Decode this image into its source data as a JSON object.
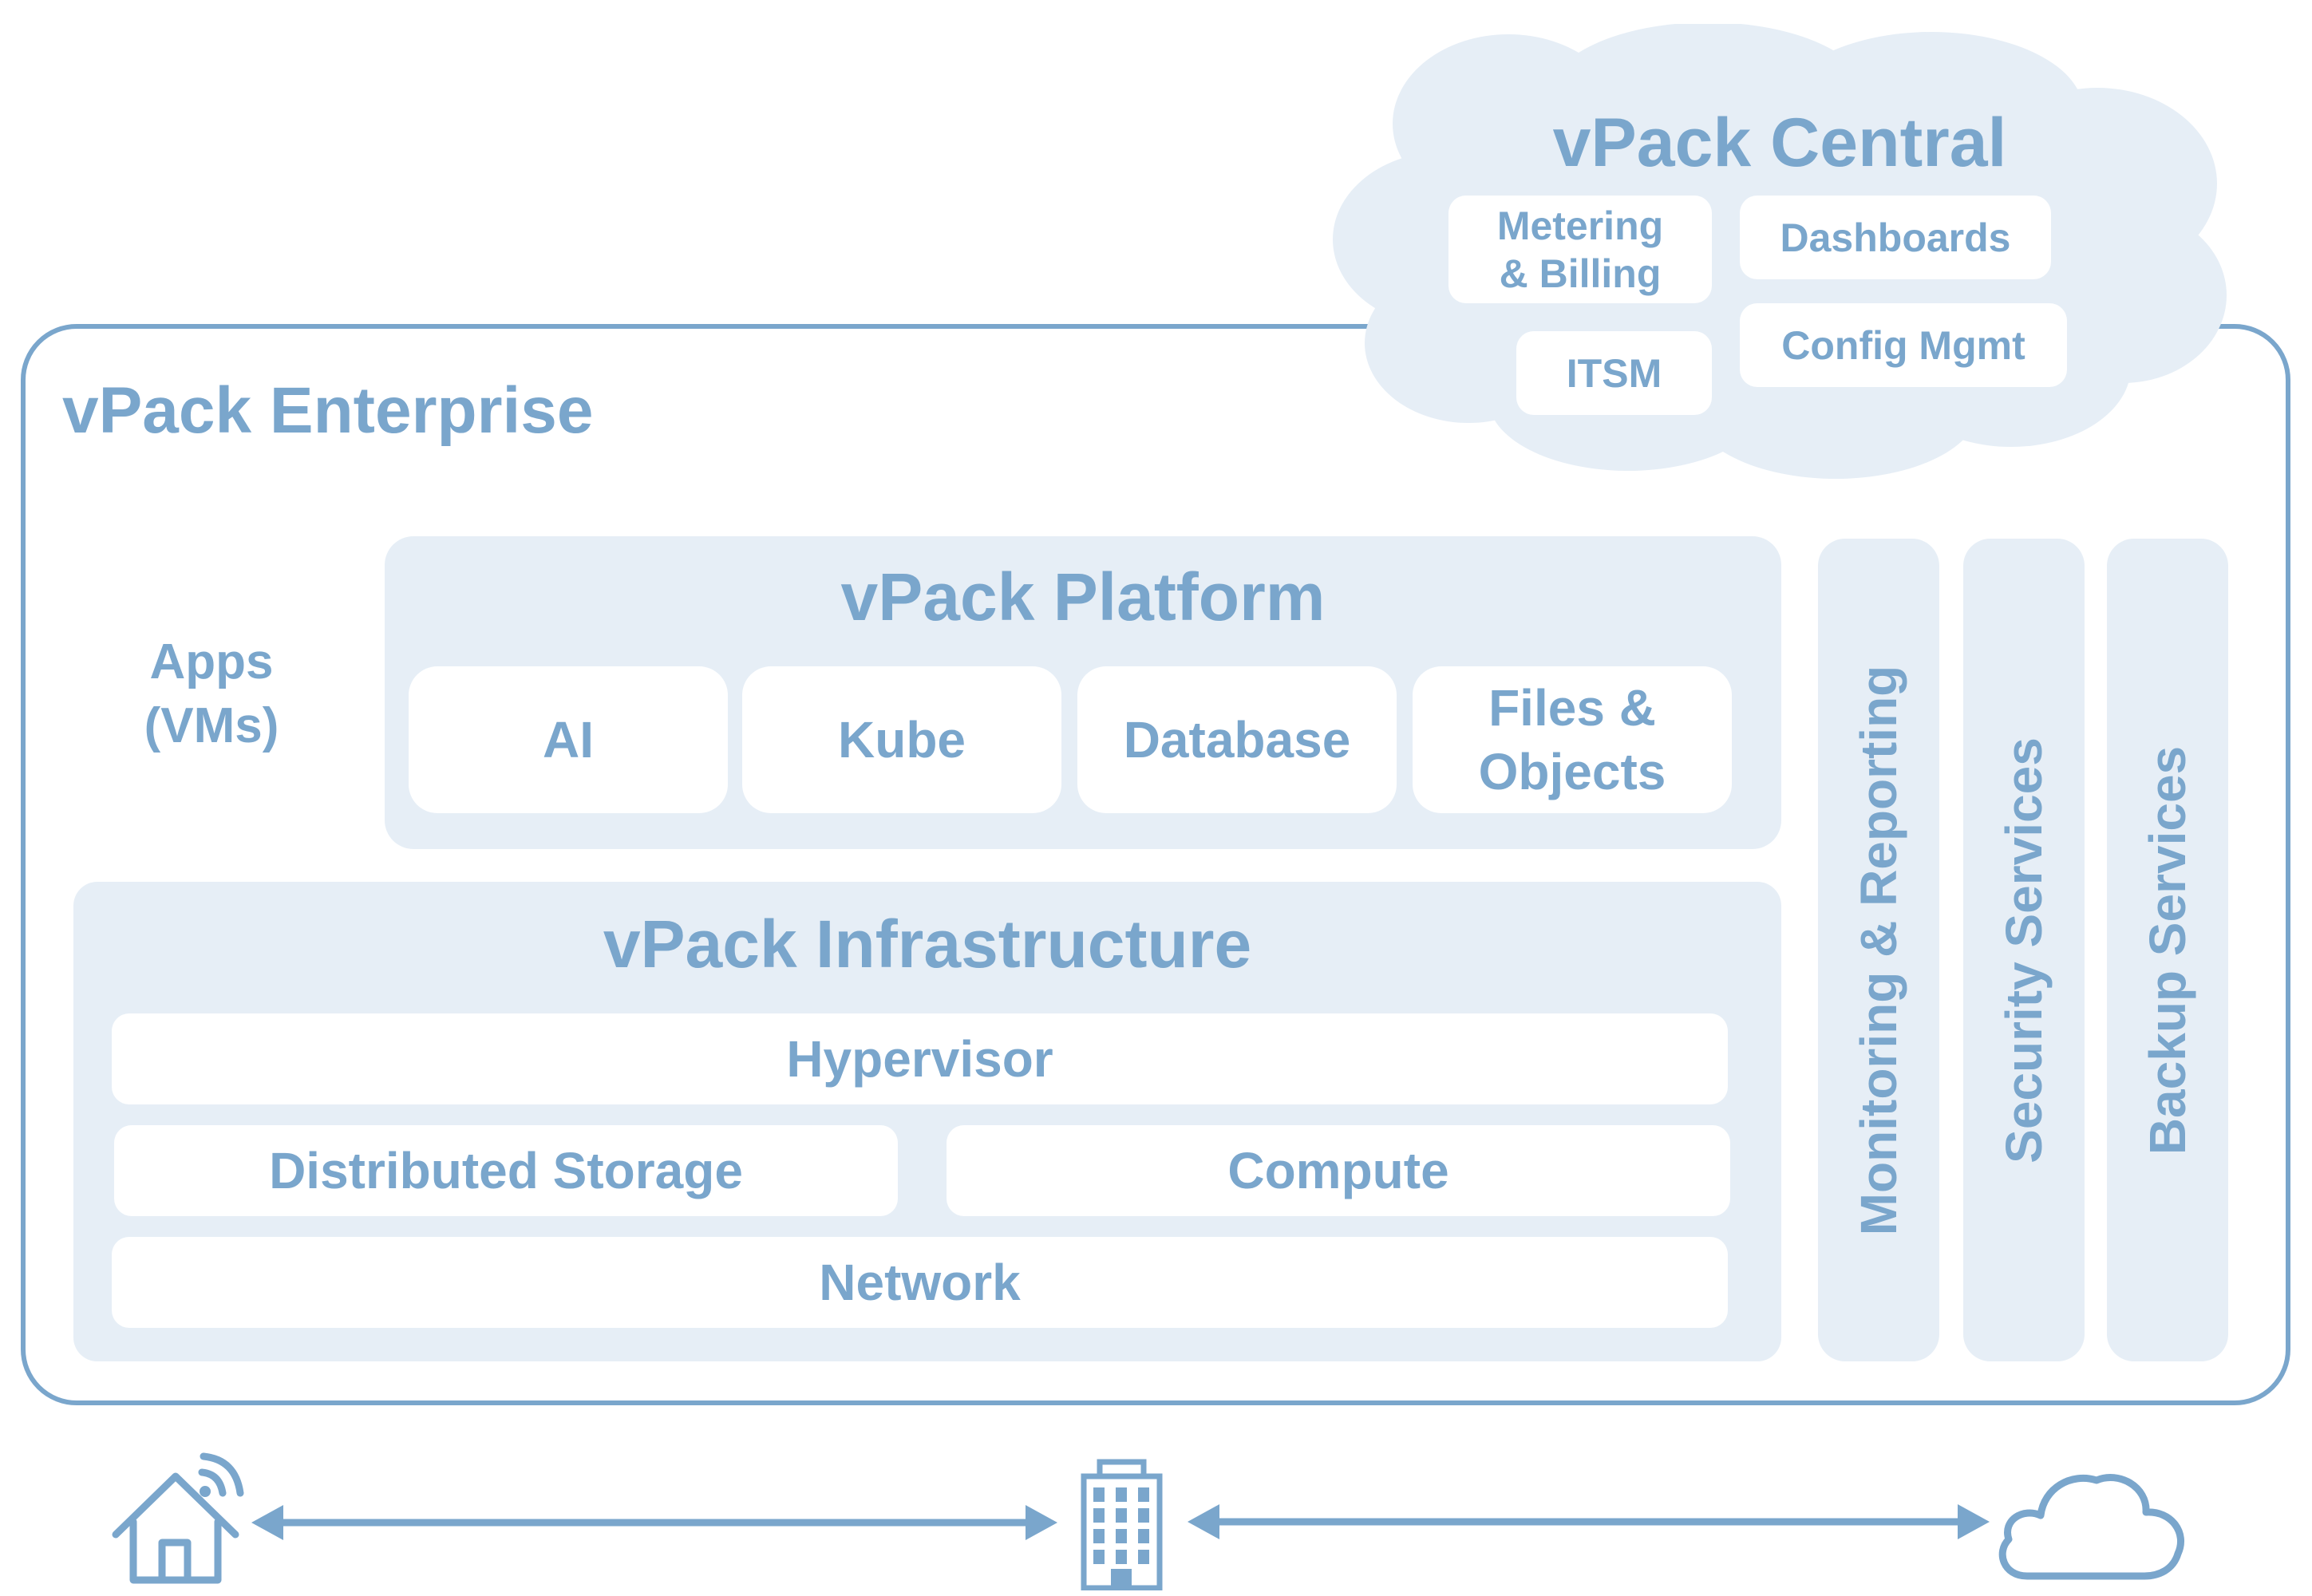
{
  "colors": {
    "accent": "#7aa6cc",
    "panel": "#e6eef6",
    "background": "#ffffff"
  },
  "enterprise": {
    "title": "vPack Enterprise"
  },
  "apps": {
    "label": "Apps (VMs)"
  },
  "platform": {
    "title": "vPack Platform",
    "items": [
      {
        "label": "AI"
      },
      {
        "label": "Kube"
      },
      {
        "label": "Database"
      },
      {
        "label": "Files & Objects"
      }
    ]
  },
  "infrastructure": {
    "title": "vPack Infrastructure",
    "hypervisor": "Hypervisor",
    "storage": "Distributed Storage",
    "compute": "Compute",
    "network": "Network"
  },
  "services": [
    {
      "label": "Monitoring & Reporting"
    },
    {
      "label": "Security Services"
    },
    {
      "label": "Backup Services"
    }
  ],
  "central": {
    "title": "vPack Central",
    "metering": "Metering & Billing",
    "dashboards": "Dashboards",
    "itsm": "ITSM",
    "config": "Config Mgmt"
  },
  "locations": {
    "edge_icon": "home-wifi-icon",
    "datacenter_icon": "office-building-icon",
    "cloud_icon": "cloud-icon"
  }
}
